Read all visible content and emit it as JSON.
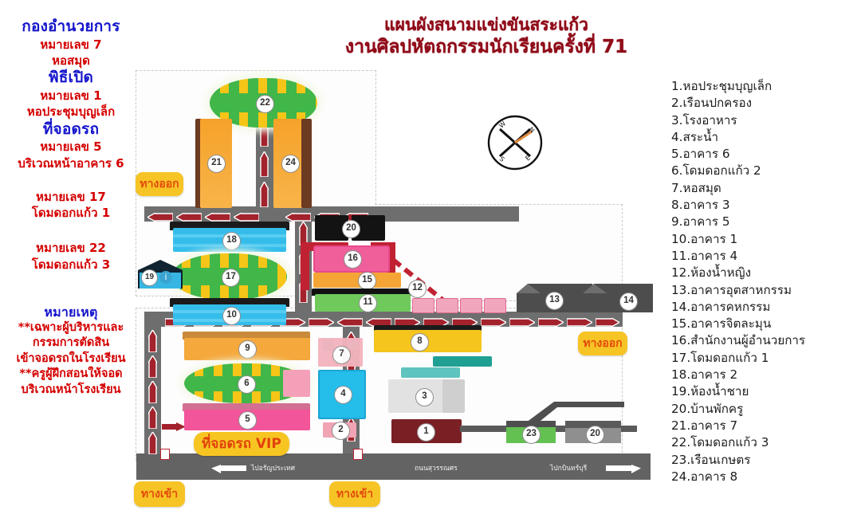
{
  "title": {
    "line1": "แผนผังสนามแข่งขันสระแก้ว",
    "line2": "งานศิลปหัตถกรรมนักเรียนครั้งที่ 71"
  },
  "left_info": {
    "sections": [
      {
        "head": "กองอำนวยการ",
        "sub1": "หมายเลข 7",
        "sub2": "หอสมุด"
      },
      {
        "head": "พิธีเปิด",
        "sub1": "หมายเลข 1",
        "sub2": "หอประชุมบุญเล็ก"
      },
      {
        "head": "ที่จอดรถ",
        "sub1": "หมายเลข 5",
        "sub2": "บริเวณหน้าอาคาร 6"
      },
      {
        "head": "",
        "sub1": "หมายเลข 17",
        "sub2": "โดมดอกแก้ว 1"
      },
      {
        "head": "",
        "sub1": "หมายเลข 22",
        "sub2": "โดมดอกแก้ว 3"
      }
    ],
    "notes_head": "หมายเหตุ",
    "notes": [
      "**เฉพาะผู้บริหารและ",
      "กรรมการตัดสิน",
      "เข้าจอดรถในโรงเรียน",
      "**ครูผู้ฝึกสอนให้จอด",
      "บริเวณหน้าโรงเรียน"
    ]
  },
  "legend": {
    "items": [
      "1.หอประชุมบุญเล็ก",
      "2.เรือนปกครอง",
      "3.โรงอาหาร",
      "4.สระน้ำ",
      "5.อาคาร 6",
      "6.โดมดอกแก้ว 2",
      "7.หอสมุด",
      "8.อาคาร 3",
      "9.อาคาร 5",
      "10.อาคาร 1",
      "11.อาคาร 4",
      "12.ห้องน้ำหญิง",
      "13.อาคารอุตสาหกรรม",
      "14.อาคารคหกรรม",
      "15.อาคารจิตละมุน",
      "16.สำนักงานผู้อำนวยการ",
      "17.โดมดอกแก้ว 1",
      "18.อาคาร 2",
      "19.ห้องน้ำชาย",
      "20.บ้านพักครู",
      "21.อาคาร 7",
      "22.โดมดอกแก้ว 3",
      "23.เรือนเกษตร",
      "24.อาคาร 8"
    ]
  },
  "map": {
    "exit_label_1": "ทางออก",
    "exit_label_2": "ทางออก",
    "entrance_label_1": "ทางเข้า",
    "entrance_label_2": "ทางเข้า",
    "vip_parking": "ที่จอดรถ VIP",
    "road_name": "ถนนสุวรรณศร",
    "road_left_dir": "ไปอรัญประเทศ",
    "road_right_dir": "ไปกบินทร์บุรี",
    "building_numbers": {
      "b1": "1",
      "b2": "2",
      "b3": "3",
      "b4": "4",
      "b5": "5",
      "b6": "6",
      "b7": "7",
      "b8": "8",
      "b9": "9",
      "b10": "10",
      "b11": "11",
      "b12": "12",
      "b13": "13",
      "b14": "14",
      "b15": "15",
      "b16": "16",
      "b17": "17",
      "b18": "18",
      "b19": "19",
      "b20": "20",
      "b20b": "20",
      "b21": "21",
      "b22": "22",
      "b23": "23",
      "b24": "24"
    },
    "compass": {
      "n": "N",
      "e": "E",
      "s": "S",
      "w": "W"
    }
  },
  "colors": {
    "title": "#8f0a18",
    "head": "#1414cc",
    "sub": "#d40000",
    "pill_bg": "#f6c425",
    "pill_text": "#e2490c",
    "road": "#6e6e6e",
    "arrow": "#a61f2b"
  }
}
